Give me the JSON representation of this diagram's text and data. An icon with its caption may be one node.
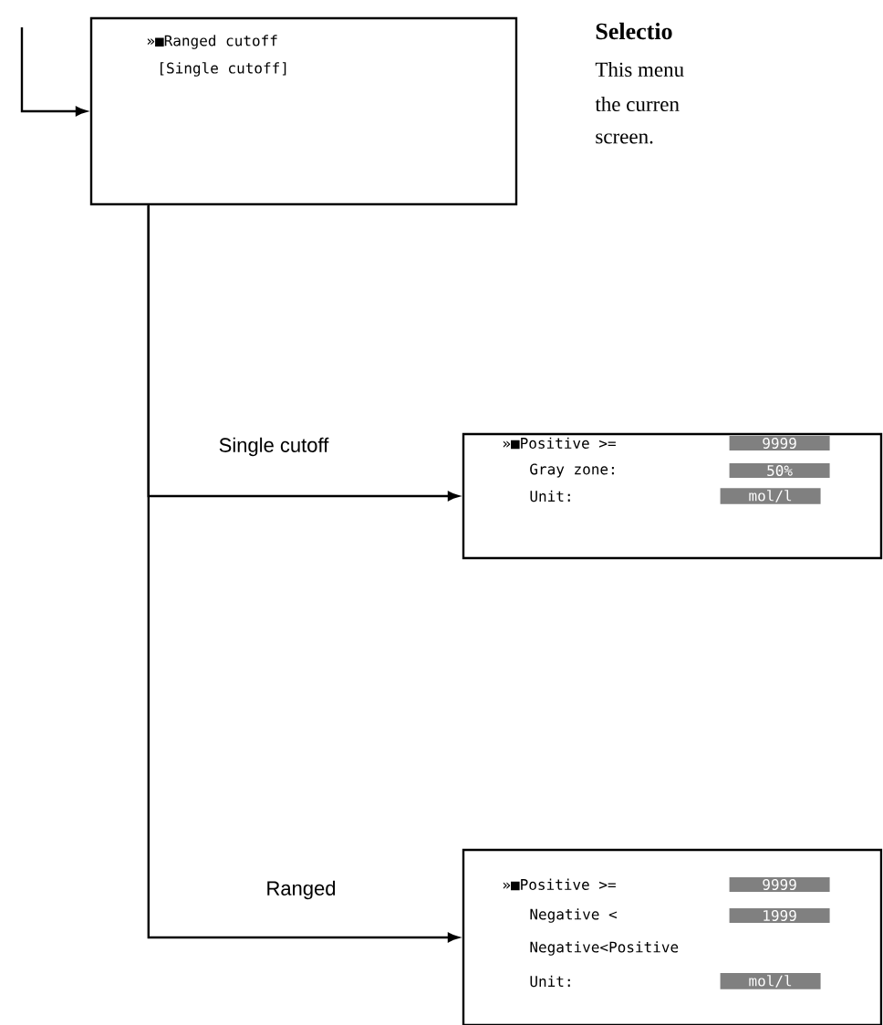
{
  "diagram": {
    "nodes": [
      {
        "text": [
          "»■Ranged cutoff",
          "[Single cutoff]"
        ]
      },
      {
        "text": [
          "»■Positive >=",
          "9999",
          "Gray zone:",
          "50%",
          "Unit:",
          "mol/l"
        ]
      },
      {
        "text": [
          "»■Positive >=",
          "9999",
          "Negative <",
          "1999",
          "Negative<Positive",
          "Unit:",
          "mol/l"
        ]
      }
    ],
    "edges": [
      {
        "from": null,
        "to": 0,
        "arrow": "to"
      },
      {
        "from": 0,
        "to": 1,
        "arrow": "to",
        "label": "Single cutoff"
      },
      {
        "from": 0,
        "to": 2,
        "arrow": "to",
        "label": "Ranged"
      }
    ],
    "labels": [
      "Selectio",
      "This menu",
      "the curren",
      "screen."
    ]
  }
}
